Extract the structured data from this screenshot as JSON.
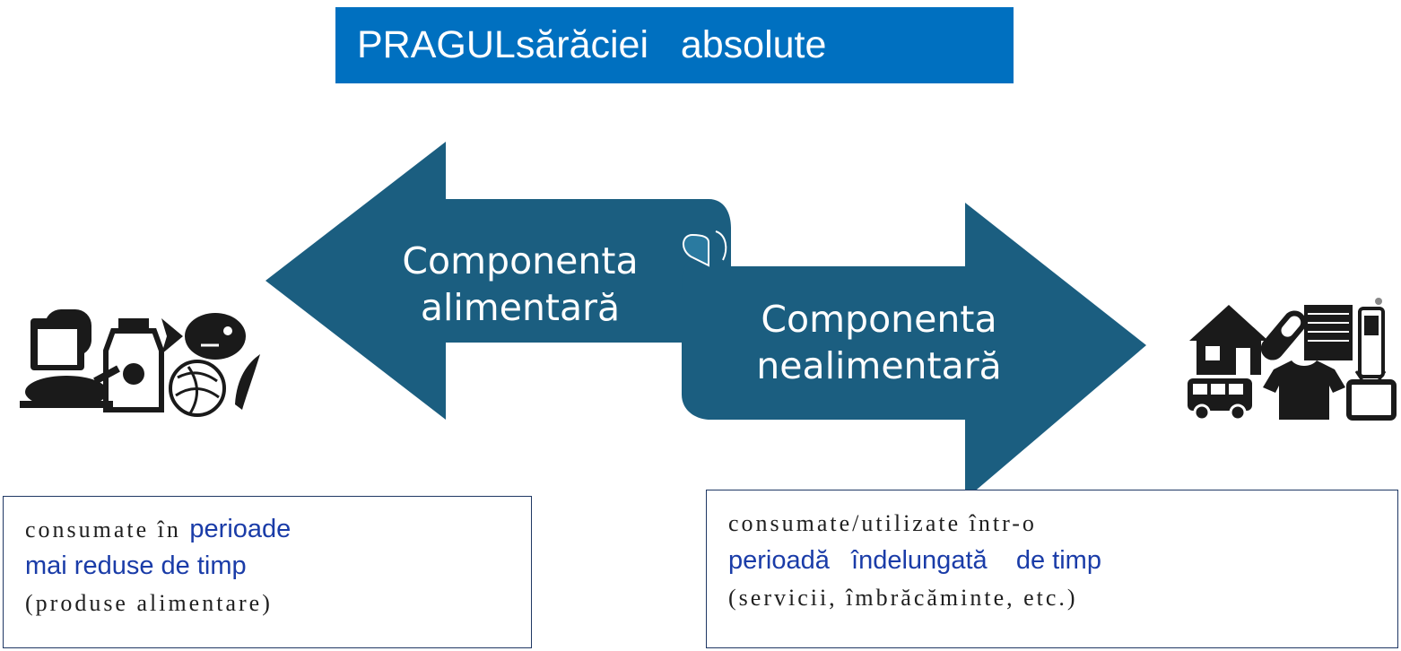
{
  "title": {
    "bold_part": "PRAGULsărăciei",
    "rest": "absolute",
    "background": "#0070c0",
    "text_color": "#ffffff"
  },
  "arrows": {
    "left_label": [
      "Componenta",
      "alimentară"
    ],
    "right_label": [
      "Componenta",
      "nealimentară"
    ],
    "fill": "#1b5e80"
  },
  "icons": {
    "left": [
      "bread-icon",
      "milk-bottle-icon",
      "fish-icon",
      "roast-chicken-icon",
      "vegetables-icon"
    ],
    "right": [
      "house-icon",
      "pill-icon",
      "book-icon",
      "phone-icon",
      "bus-icon",
      "tshirt-icon",
      "tv-icon"
    ]
  },
  "left_box": {
    "line1_plain": "consumate în ",
    "line1_highlight": "perioade",
    "line2_highlight": "mai reduse de timp",
    "line3_plain": "(produse alimentare)"
  },
  "right_box": {
    "line1_plain": "consumate/utilizate într-o",
    "line2_highlight": "perioadă   îndelungată    de timp",
    "line3_plain": "(servicii, îmbrăcăminte, etc.)"
  },
  "colors": {
    "highlight_text": "#1a3ca8",
    "box_border": "#1f3864"
  }
}
